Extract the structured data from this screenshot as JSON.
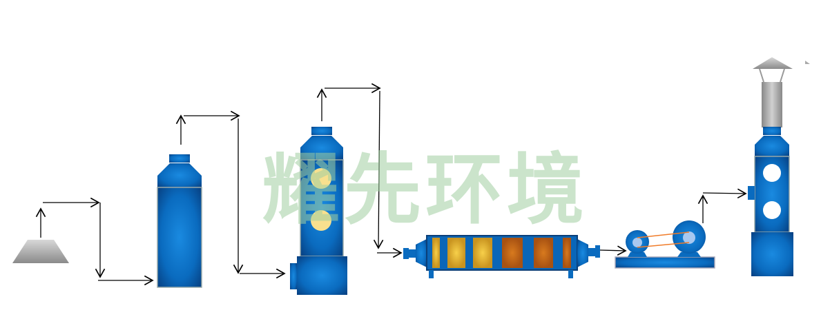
{
  "watermark": {
    "text": "耀先环境",
    "color": "#cde4cd"
  },
  "colors": {
    "equipment_blue": "#0a6fc4",
    "dark_blue": "#0b4f96",
    "hood_gray": "#a8a8a8",
    "window_yellow": "#f8e08e",
    "filter_gold": "#e9b93a",
    "filter_orange": "#c8641a",
    "belt": "#f07c2a",
    "arrow": "#000000"
  },
  "equipment": [
    "exhaust-hood",
    "spray-tower",
    "scrubber-tower",
    "activated-carbon-box",
    "fan",
    "chimney-stack"
  ]
}
